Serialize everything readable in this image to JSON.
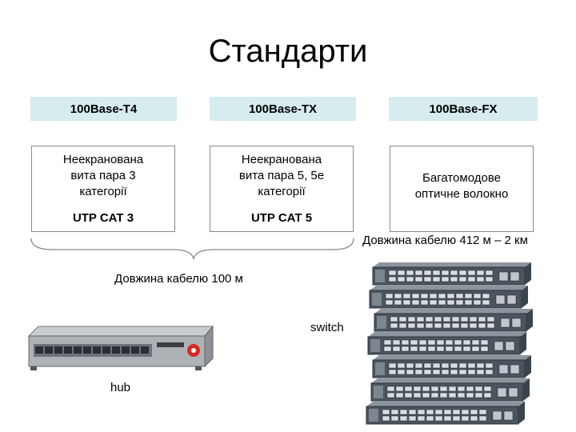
{
  "slide": {
    "title": "Стандарти",
    "standards": [
      {
        "name": "100Base-T4",
        "desc_lines": [
          "Неекранована",
          "вита пара 3",
          "категорії"
        ],
        "cable": "UTP CAT 3"
      },
      {
        "name": "100Base-TX",
        "desc_lines": [
          "Неекранована",
          "вита пара 5, 5е",
          "категорії"
        ],
        "cable": "UTP CAT 5"
      },
      {
        "name": "100Base-FX",
        "desc_lines": [
          "Багатомодове",
          "оптичне волокно"
        ]
      }
    ],
    "fiber_length": "Довжина кабелю 412 м – 2 км",
    "copper_length": "Довжина кабелю 100 м",
    "switch_label": "switch",
    "hub_label": "hub",
    "colors": {
      "header_bg": "#d6ecef",
      "box_border": "#8a8a8a",
      "device_body": "#4a5560"
    }
  }
}
